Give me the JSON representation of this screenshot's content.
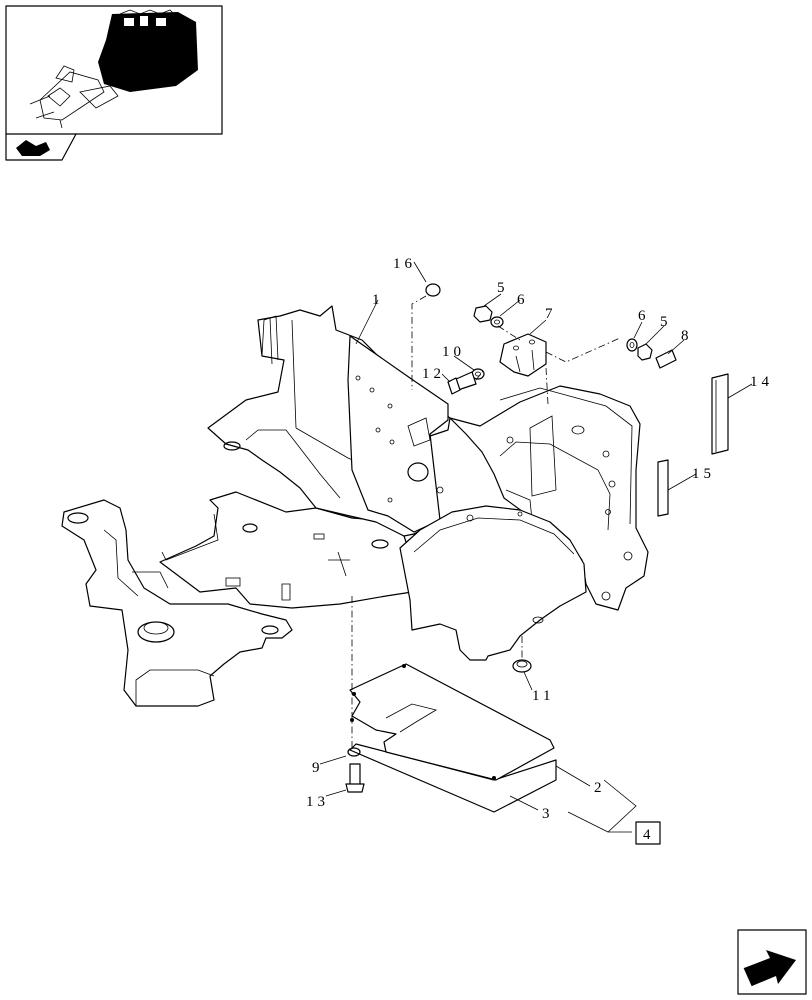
{
  "callouts": {
    "c1": "1",
    "c2": "2",
    "c3": "3",
    "c4": "4",
    "c5a": "5",
    "c5b": "5",
    "c6a": "6",
    "c6b": "6",
    "c7": "7",
    "c8": "8",
    "c9": "9",
    "c10": "10",
    "c11": "11",
    "c12": "12",
    "c13": "13",
    "c14": "14",
    "c15": "15",
    "c16": "16"
  },
  "icons": {
    "thumbnail": "overview-thumbnail",
    "nav_corner": "section-arrow-icon",
    "next_page": "next-page-arrow-icon"
  }
}
